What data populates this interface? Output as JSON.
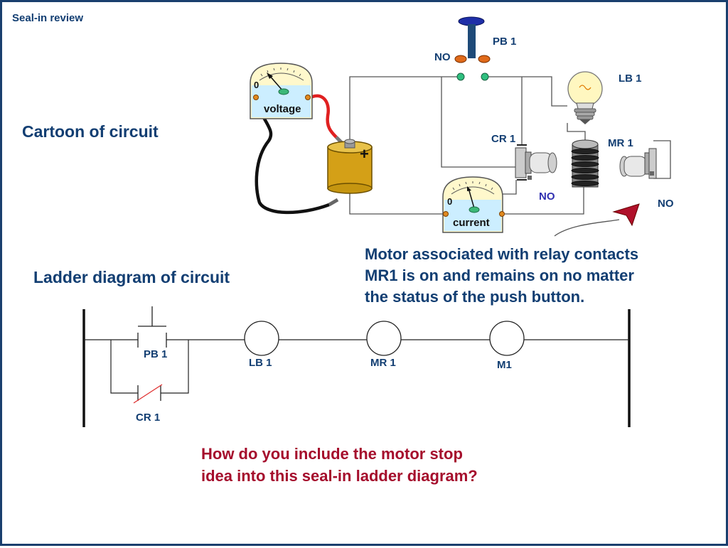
{
  "slide": {
    "title": "Seal-in review",
    "cartoon_heading": "Cartoon of circuit",
    "ladder_heading": "Ladder diagram of circuit",
    "motor_note": [
      "Motor associated with relay contacts",
      "MR1 is on and remains on no matter",
      "the status of the push button."
    ],
    "question": [
      "How do you include the motor stop",
      "idea into this seal-in ladder diagram?"
    ]
  },
  "cartoon": {
    "pb_label": "PB 1",
    "pb_no_label": "NO",
    "lb_label": "LB 1",
    "cr_label": "CR 1",
    "cr_no_label": "NO",
    "mr_label": "MR 1",
    "mr_no_label": "NO",
    "battery_plus": "+",
    "voltmeter": {
      "zero": "0",
      "label": "voltage"
    },
    "ammeter": {
      "zero": "0",
      "label": "current"
    }
  },
  "ladder": {
    "pb_label": "PB 1",
    "cr_label": "CR 1",
    "coils": [
      "LB 1",
      "MR 1",
      "M1"
    ]
  },
  "colors": {
    "navy": "#123e72",
    "crimson": "#a50d2c",
    "border": "#1a3f6e",
    "meter_face": "#fff8cc",
    "meter_screen": "#cceeff",
    "battery": "#d4a017",
    "wire_red": "#e02020"
  }
}
